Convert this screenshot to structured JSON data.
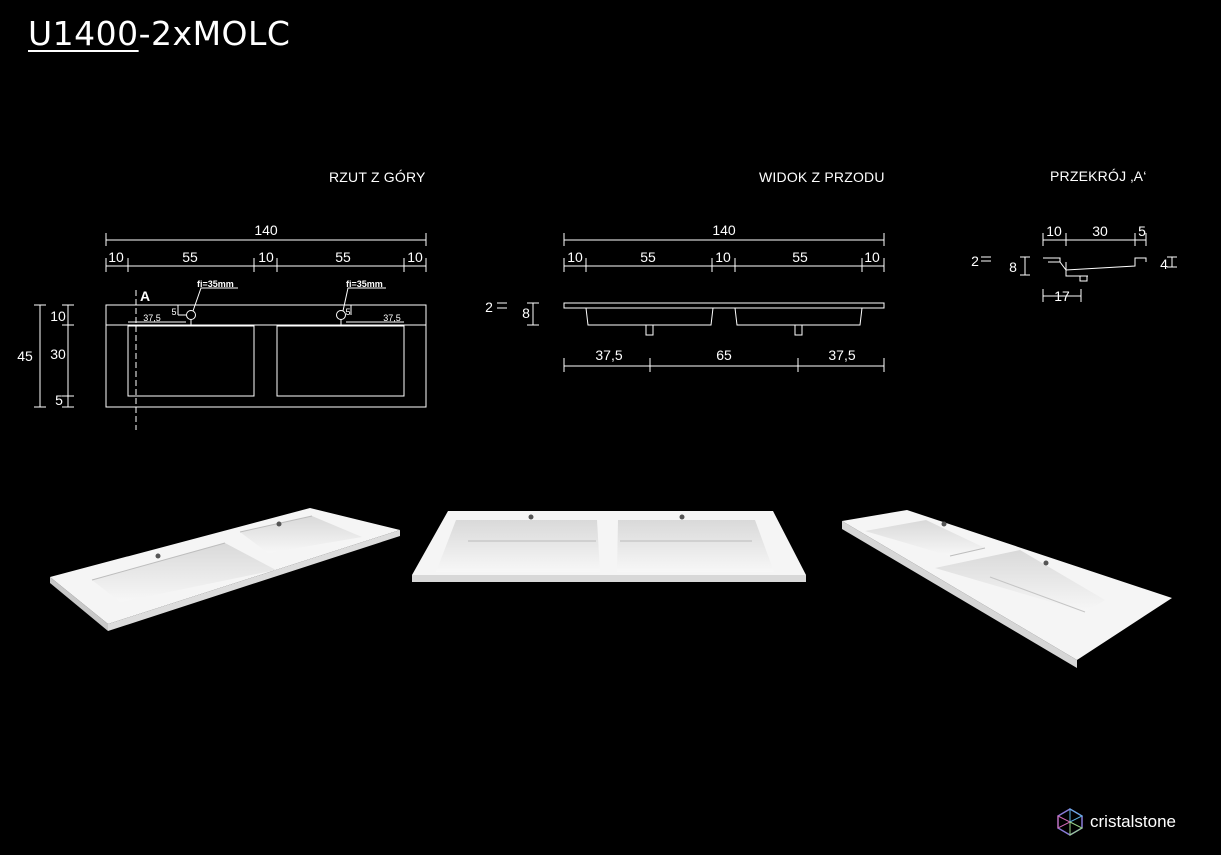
{
  "title": {
    "code": "U1400",
    "suffix": "-2xMOLC"
  },
  "views": {
    "top": {
      "label": "RZUT Z GÓRY",
      "overall_width": "140",
      "segments": [
        "10",
        "55",
        "10",
        "55",
        "10"
      ],
      "depth_total": "45",
      "depth_segments": [
        "10",
        "30",
        "5"
      ],
      "section_mark": "A",
      "hole_left": {
        "label": "fi=35mm",
        "offset_x": "37,5",
        "offset_y": "5"
      },
      "hole_right": {
        "label": "fi=35mm",
        "offset_x": "37,5",
        "offset_y": "5"
      }
    },
    "front": {
      "label": "WIDOK Z PRZODU",
      "overall_width": "140",
      "segments": [
        "10",
        "55",
        "10",
        "55",
        "10"
      ],
      "thickness": "2",
      "bowl_depth": "8",
      "drain_segments": [
        "37,5",
        "65",
        "37,5"
      ]
    },
    "section": {
      "label": "PRZEKRÓJ ‚A‘",
      "segments": [
        "10",
        "30",
        "5"
      ],
      "thickness": "2",
      "bowl_depth": "8",
      "rim_height": "4",
      "drain_offset": "17"
    }
  },
  "renders": [
    {
      "name": "render-left-perspective"
    },
    {
      "name": "render-front-perspective"
    },
    {
      "name": "render-right-perspective"
    }
  ],
  "brand": {
    "name": "cristalstone"
  },
  "colors": {
    "background": "#000000",
    "line": "#ffffff",
    "product": "#f4f4f4"
  }
}
